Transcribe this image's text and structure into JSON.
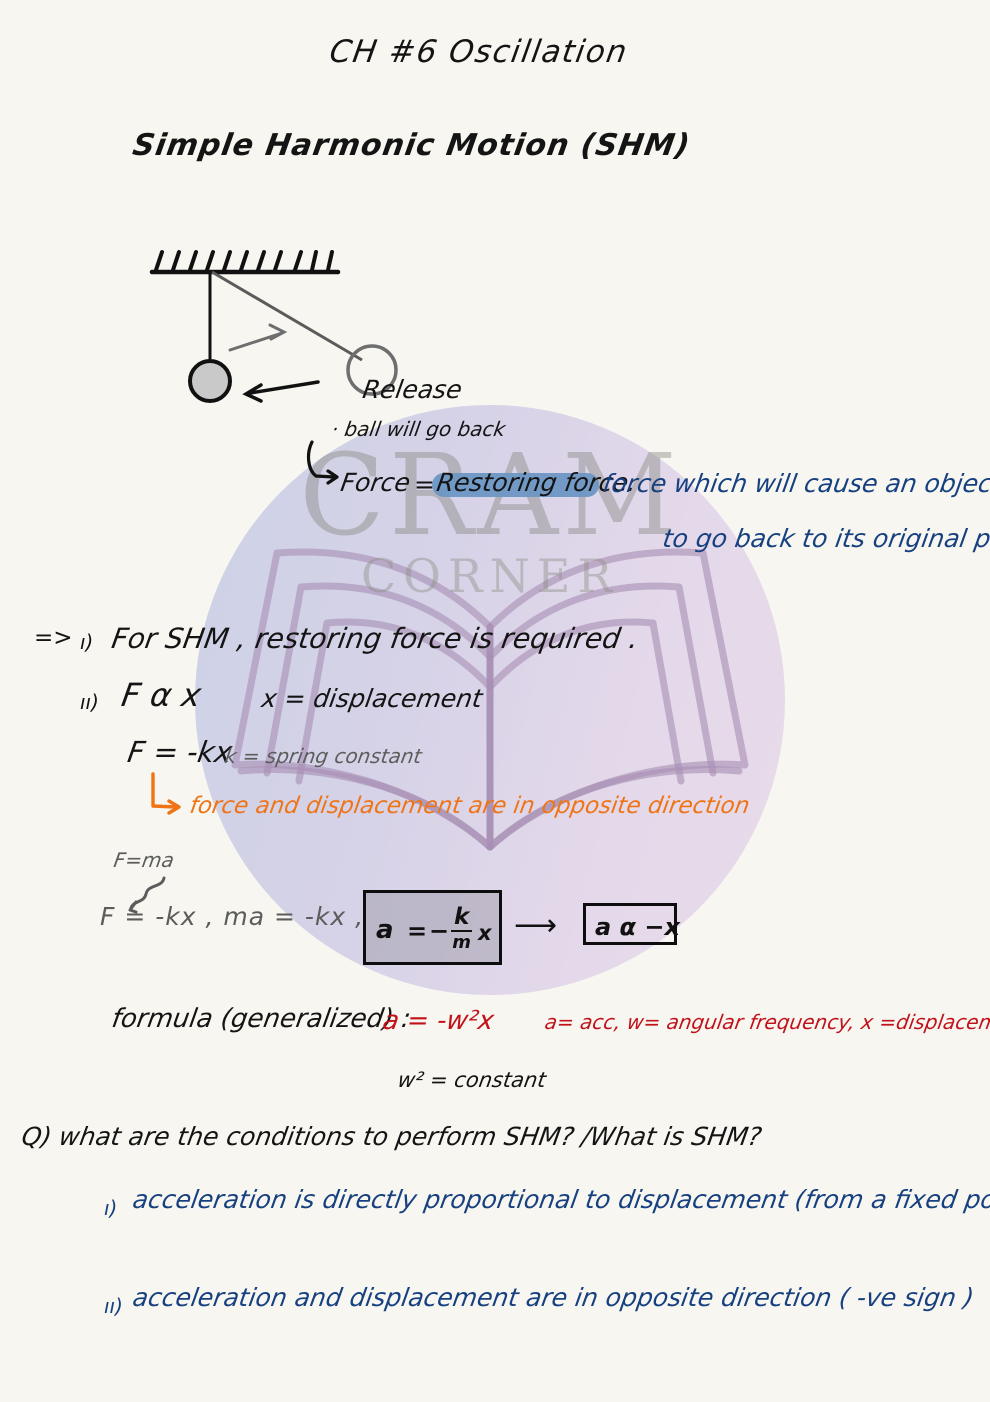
{
  "page": {
    "background_color": "#f7f6f1",
    "title": "CH #6      Oscillation",
    "subtitle": "Simple  Harmonic  Motion  (SHM)"
  },
  "watermark": {
    "line1": "CRAM",
    "line2": "CORNER",
    "logo_icon": "open-book-icon",
    "circle_gradient_start": "#c9cfe6",
    "circle_gradient_end": "#e7d9e8"
  },
  "diagram": {
    "name": "pendulum-diagram",
    "ceiling_hatch_count": 11,
    "ball_rest_label": "shaded-ball",
    "ball_displaced_label": "open-ball",
    "swing_arrow_label": "swing-arrow",
    "release_arrow_label": "release-arrow"
  },
  "notes": {
    "release": "Release",
    "ball_back": "· ball will go back",
    "force_line": "Force  =  Restoring force.",
    "force_word": "Force",
    "equals": "=",
    "highlighted": "Restoring force.",
    "definition_line1": "force  which will  cause  an  object",
    "definition_line2": "to  go  back  to  its   original  position",
    "arrow_hook": "↳"
  },
  "conditions": {
    "implies": "=>",
    "i_marker": "ı)",
    "i_text": "For   SHM ,  restoring  force  is  required .",
    "ii_marker": "ıı)",
    "ii_text": "F α x",
    "ii_note": "x = displacement",
    "f_equation": "F = -kx",
    "k_note": "k =  spring  constant",
    "orange_hook": "↳",
    "orange_note": "force   and  displacement  are  in  opposite  direction"
  },
  "derivation": {
    "f_ma": "F=ma",
    "curly_connector": "curly-arrow-icon",
    "line": "F = -kx      ,  ma = -kx  ,",
    "boxed_a_lhs": "a",
    "boxed_a_eq": "=",
    "boxed_a_minus": "−",
    "boxed_frac_num": "k",
    "boxed_frac_den": "m",
    "boxed_a_var": "x",
    "arrow": "⟶",
    "boxed_alpha": "a α −x"
  },
  "formula": {
    "label": "formula (generalized) :",
    "equation": "a = -w²x",
    "legend": "a= acc,  w= angular frequency,  x =displacement",
    "w_note": "w² = constant"
  },
  "question": {
    "prompt": "Q) what are the  conditions  to perform  SHM? /What  is   SHM?",
    "answer_i_marker": "ı)",
    "answer_i": "acceleration  is  directly  proportional  to displacement (from  a  fixed  point)",
    "answer_ii_marker": "ıı)",
    "answer_ii": "acceleration  and   displacement  are  in   opposite  direction ( -ve  sign )"
  },
  "colors": {
    "black_ink": "#141414",
    "blue_ink": "#16407f",
    "orange_ink": "#ef7415",
    "red_ink": "#c1121a",
    "gray_ink": "#5c5c5c",
    "highlighter": "#6b96c4"
  }
}
